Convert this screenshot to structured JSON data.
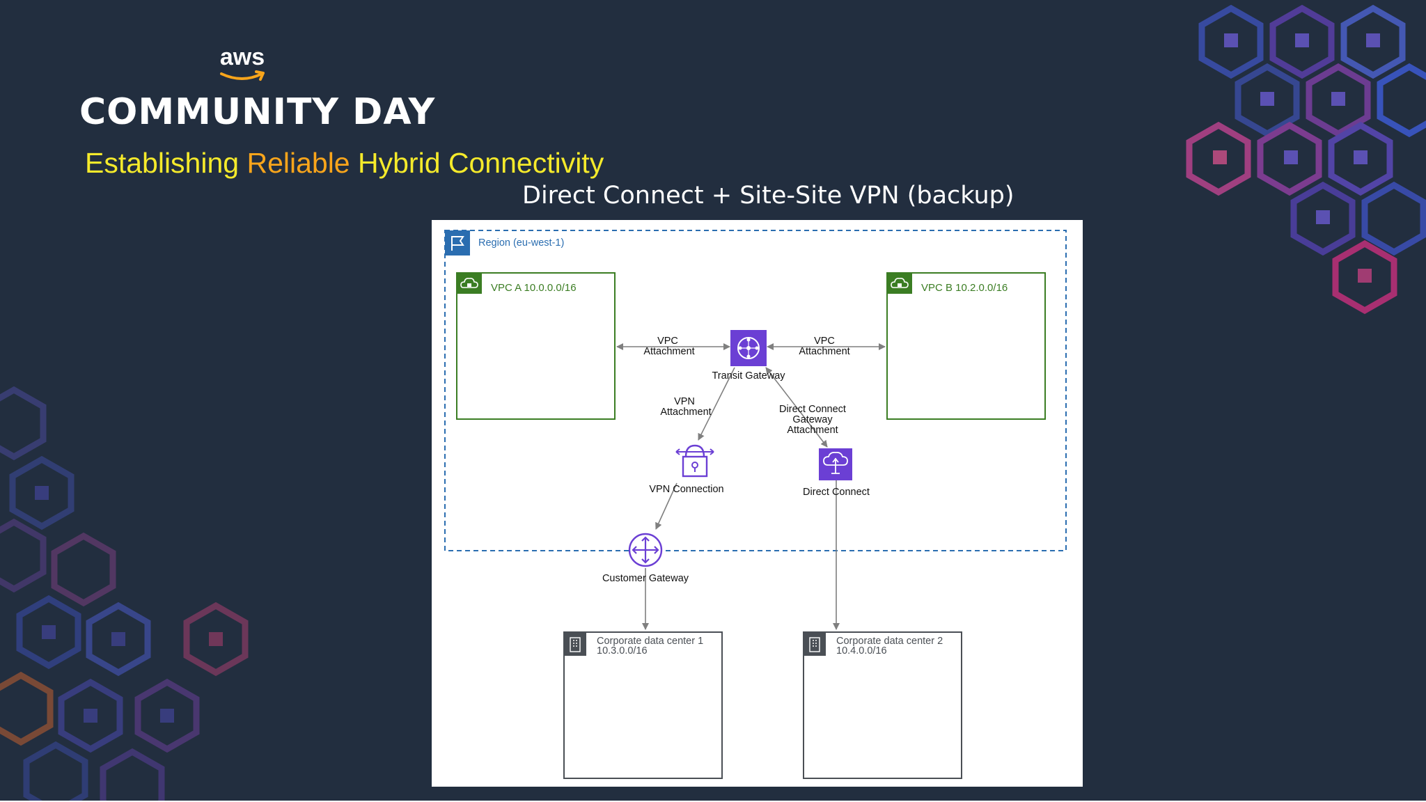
{
  "slide": {
    "logo_text": "aws",
    "brand_title": "COMMUNITY DAY",
    "subtitle_part1": "Establishing ",
    "subtitle_part2": "Reliable",
    "subtitle_part3": " Hybrid Connectivity",
    "diagram_title": "Direct Connect + Site-Site VPN (backup)",
    "colors": {
      "background": "#222e3f",
      "subtitle_yellow": "#f5ea2b",
      "subtitle_orange": "#f9a51b",
      "vpc_green": "#3b7d23",
      "region_blue": "#2a6db0",
      "service_purple": "#6b3fd4",
      "datacenter_gray": "#4a4f55"
    }
  },
  "diagram": {
    "region_label": "Region (eu-west-1)",
    "vpc_a_label": "VPC A 10.0.0.0/16",
    "vpc_b_label": "VPC B 10.2.0.0/16",
    "transit_gateway_label": "Transit Gateway",
    "vpc_attachment_left_line1": "VPC",
    "vpc_attachment_left_line2": "Attachment",
    "vpc_attachment_right_line1": "VPC",
    "vpc_attachment_right_line2": "Attachment",
    "vpn_attachment_line1": "VPN",
    "vpn_attachment_line2": "Attachment",
    "dx_attachment_line1": "Direct Connect",
    "dx_attachment_line2": "Gateway",
    "dx_attachment_line3": "Attachment",
    "vpn_connection_label": "VPN Connection",
    "direct_connect_label": "Direct Connect",
    "customer_gateway_label": "Customer Gateway",
    "dc1_name": "Corporate data center 1",
    "dc1_cidr": "10.3.0.0/16",
    "dc2_name": "Corporate data center 2",
    "dc2_cidr": "10.4.0.0/16",
    "icons": {
      "region": "region-flag-icon",
      "vpc": "vpc-cloud-lock-icon",
      "transit_gateway": "transit-gateway-icon",
      "vpn_connection": "vpn-lock-icon",
      "direct_connect": "direct-connect-icon",
      "customer_gateway": "customer-gateway-router-icon",
      "datacenter": "building-icon"
    }
  }
}
